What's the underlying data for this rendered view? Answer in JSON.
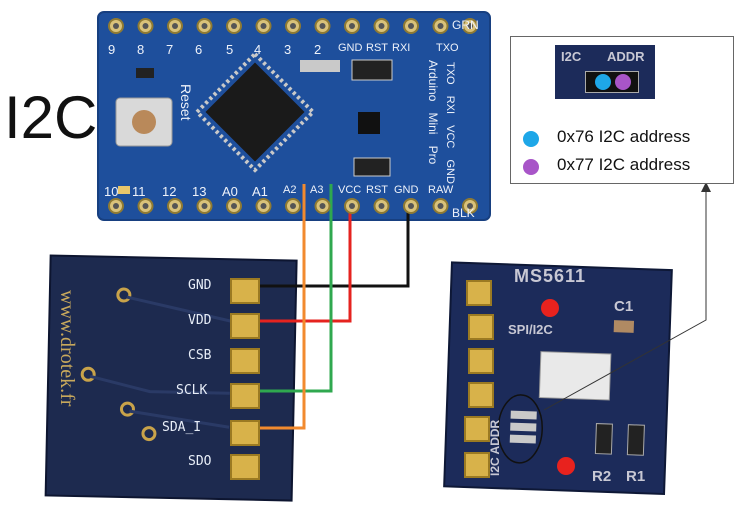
{
  "title": "I2C",
  "arduino": {
    "top_pins": [
      "9",
      "8",
      "7",
      "6",
      "5",
      "4",
      "3",
      "2",
      "GND",
      "RST",
      "RXI",
      "TXO"
    ],
    "grn_label": "GRN",
    "blk_label": "BLK",
    "bottom_pins": [
      "10",
      "11",
      "12",
      "13",
      "A0",
      "A1",
      "A2",
      "A3",
      "VCC",
      "RST",
      "GND",
      "RAW"
    ],
    "reset_label": "Reset",
    "side_labels": [
      "TXO",
      "RXI",
      "VCC",
      "GND"
    ],
    "brand_lines": [
      "Arduino",
      "Mini",
      "Pro"
    ]
  },
  "drotek_board": {
    "pins": [
      "GND",
      "VDD",
      "CSB",
      "SCLK",
      "SDA_I",
      "SDO"
    ],
    "url": "www.drotek.fr"
  },
  "ms5611_board": {
    "title": "MS5611",
    "mode_label": "SPI/I2C",
    "c1_label": "C1",
    "addr_label": "I2C ADDR",
    "r2_label": "R2",
    "r1_label": "R1"
  },
  "legend": {
    "header_left": "I2C",
    "header_right": "ADDR",
    "items": [
      {
        "color": "#1ea7e8",
        "text": "0x76 I2C address"
      },
      {
        "color": "#a855c8",
        "text": "0x77 I2C address"
      }
    ]
  },
  "wire_colors": {
    "gnd": "#111111",
    "vdd": "#e5231f",
    "sclk": "#2fa84f",
    "sda": "#f28a2e",
    "marker": "#e8221e"
  }
}
